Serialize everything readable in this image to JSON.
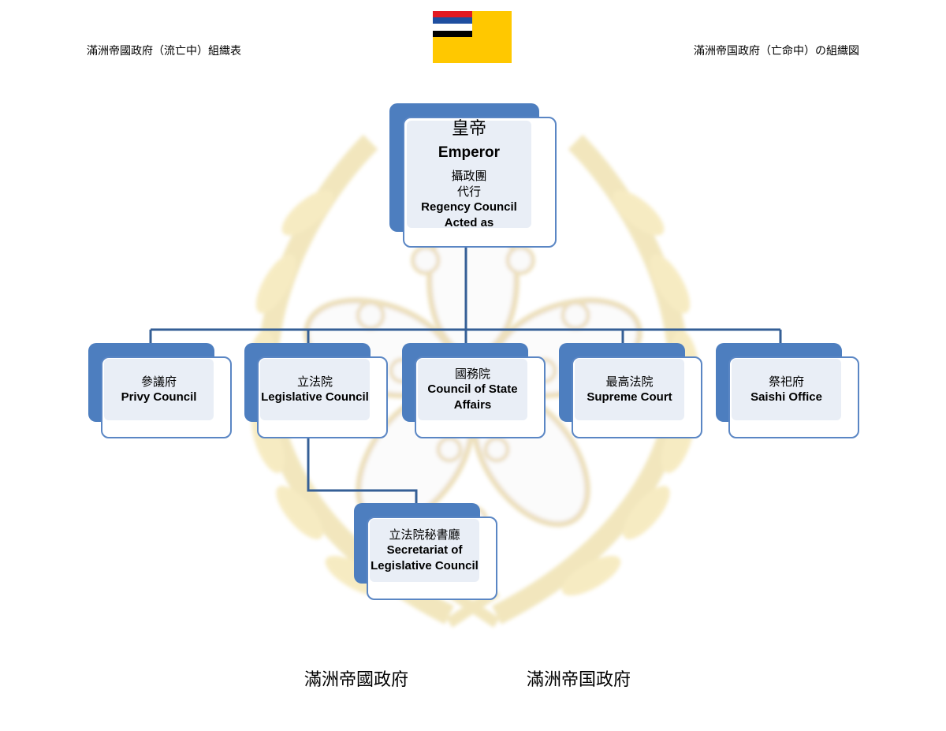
{
  "header": {
    "left_title": "滿洲帝國政府（流亡中）組織表",
    "right_title": "滿洲帝国政府（亡命中）の組織図"
  },
  "flag": {
    "field_color": "#FFC800",
    "stripes": [
      "#E21A22",
      "#1E4FA0",
      "#FFFFFF",
      "#000000"
    ]
  },
  "emblem": {
    "icon": "golden-wreath-plum-blossom-emblem"
  },
  "chart": {
    "emperor": {
      "cn": "皇帝",
      "en": "Emperor",
      "regency_cn_1": "攝政團",
      "regency_cn_2": "代行",
      "regency_en_1": "Regency Council",
      "regency_en_2": "Acted as"
    },
    "privy": {
      "cn": "參議府",
      "en": "Privy Council"
    },
    "legislative": {
      "cn": "立法院",
      "en": "Legislative Council"
    },
    "state": {
      "cn": "國務院",
      "en_1": "Council of State",
      "en_2": "Affairs"
    },
    "supreme": {
      "cn": "最高法院",
      "en": "Supreme Court"
    },
    "saishi": {
      "cn": "祭祀府",
      "en": "Saishi Office"
    },
    "secretariat": {
      "cn": "立法院秘書廳",
      "en_1": "Secretariat of",
      "en_2": "Legislative Council"
    }
  },
  "colors": {
    "box_accent": "#4D7EBF",
    "box_fill": "#E9EEF6",
    "connector": "#355F96"
  },
  "footer": {
    "left": "滿洲帝國政府",
    "right": "滿洲帝国政府"
  }
}
